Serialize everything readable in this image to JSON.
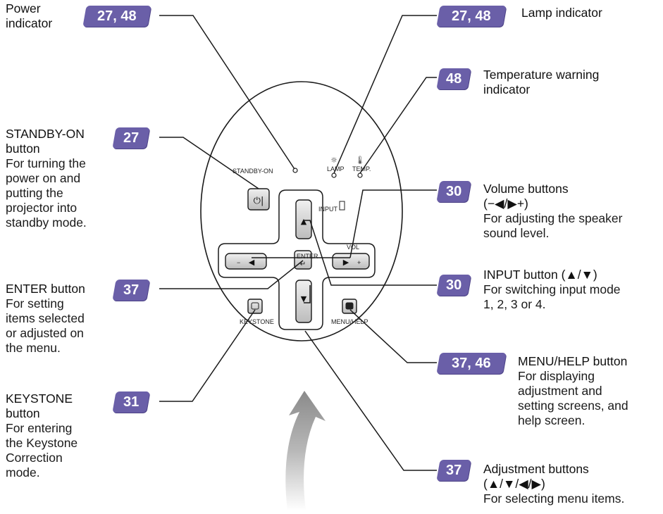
{
  "badges": {
    "power": "27, 48",
    "lamp": "27, 48",
    "temp": "48",
    "standby": "27",
    "volume": "30",
    "enter": "37",
    "input": "30",
    "menu": "37, 46",
    "keystone": "31",
    "adjust": "37"
  },
  "labels": {
    "power": [
      "Power",
      "indicator"
    ],
    "lamp": "Lamp indicator",
    "temp": [
      "Temperature warning",
      "indicator"
    ],
    "standby_title": [
      "STANDBY-ON",
      "button"
    ],
    "standby_desc": [
      "For turning the",
      "power on and",
      "putting the",
      "projector into",
      "standby mode."
    ],
    "enter_title": "ENTER button",
    "enter_desc": [
      "For setting",
      "items selected",
      "or adjusted on",
      "the menu."
    ],
    "keystone_title": [
      "KEYSTONE",
      "button"
    ],
    "keystone_desc": [
      "For entering",
      "the Keystone",
      "Correction",
      "mode."
    ],
    "volume_title": [
      "Volume buttons",
      "(−◀/▶+)"
    ],
    "volume_desc": [
      "For adjusting the speaker",
      "sound level."
    ],
    "input_title": "INPUT button (▲/▼)",
    "input_desc": [
      "For switching input mode",
      "1, 2, 3 or 4."
    ],
    "menu_title": "MENU/HELP button",
    "menu_desc": [
      "For displaying",
      "adjustment and",
      "setting screens, and",
      "help screen."
    ],
    "adjust_title": [
      "Adjustment buttons",
      "(▲/▼/◀/▶)"
    ],
    "adjust_desc": "For selecting menu items."
  },
  "panel": {
    "standby": "STANDBY-ON",
    "lamp": "LAMP",
    "temp": "TEMP.",
    "input": "INPUT",
    "vol": "VOL",
    "enter": "ENTER",
    "keystone": "KEYSTONE",
    "menu": "MENU/HELP",
    "minus": "−",
    "plus": "+"
  },
  "colors": {
    "badge": "#6a5fa8",
    "button": "#d6d6d6"
  }
}
